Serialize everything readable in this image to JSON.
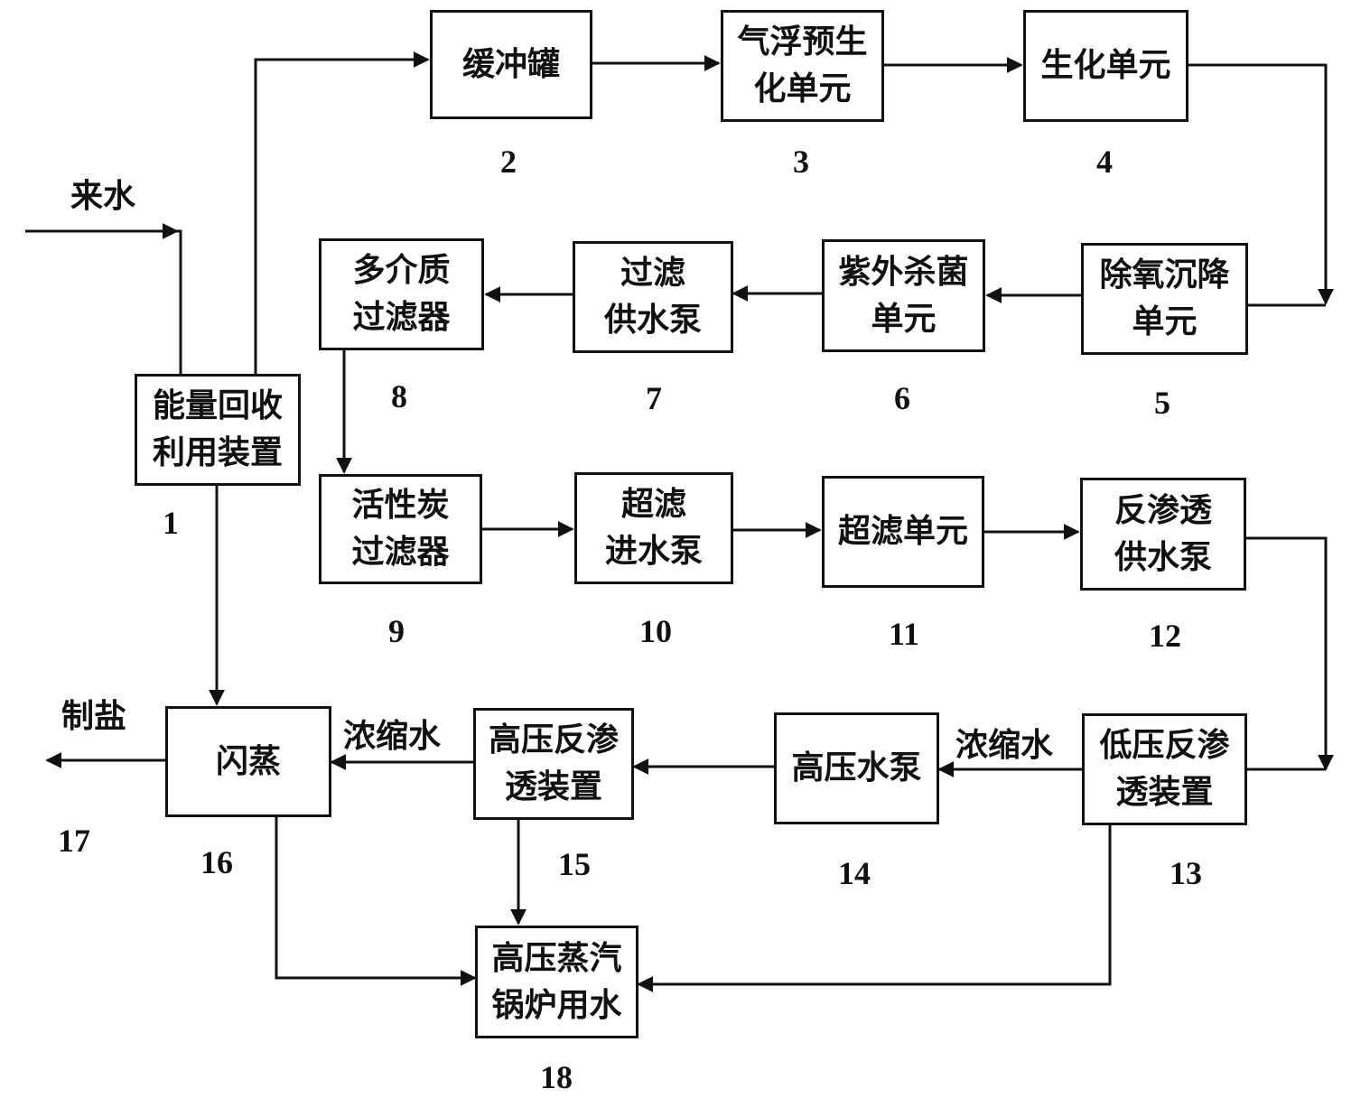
{
  "inputs": {
    "incoming_water": "来水"
  },
  "outputs": {
    "salt_production": "制盐",
    "salt_production_num": "17"
  },
  "edge_labels": {
    "concentrate_1": "浓缩水",
    "concentrate_2": "浓缩水"
  },
  "nodes": {
    "n1": {
      "label": "能量回收\n利用装置",
      "num": "1"
    },
    "n2": {
      "label": "缓冲罐",
      "num": "2"
    },
    "n3": {
      "label": "气浮预生\n化单元",
      "num": "3"
    },
    "n4": {
      "label": "生化单元",
      "num": "4"
    },
    "n5": {
      "label": "除氧沉降\n单元",
      "num": "5"
    },
    "n6": {
      "label": "紫外杀菌\n单元",
      "num": "6"
    },
    "n7": {
      "label": "过滤\n供水泵",
      "num": "7"
    },
    "n8": {
      "label": "多介质\n过滤器",
      "num": "8"
    },
    "n9": {
      "label": "活性炭\n过滤器",
      "num": "9"
    },
    "n10": {
      "label": "超滤\n进水泵",
      "num": "10"
    },
    "n11": {
      "label": "超滤单元",
      "num": "11"
    },
    "n12": {
      "label": "反渗透\n供水泵",
      "num": "12"
    },
    "n13": {
      "label": "低压反渗\n透装置",
      "num": "13"
    },
    "n14": {
      "label": "高压水泵",
      "num": "14"
    },
    "n15": {
      "label": "高压反渗\n透装置",
      "num": "15"
    },
    "n16": {
      "label": "闪蒸",
      "num": "16"
    },
    "n18": {
      "label": "高压蒸汽\n锅炉用水",
      "num": "18"
    }
  }
}
